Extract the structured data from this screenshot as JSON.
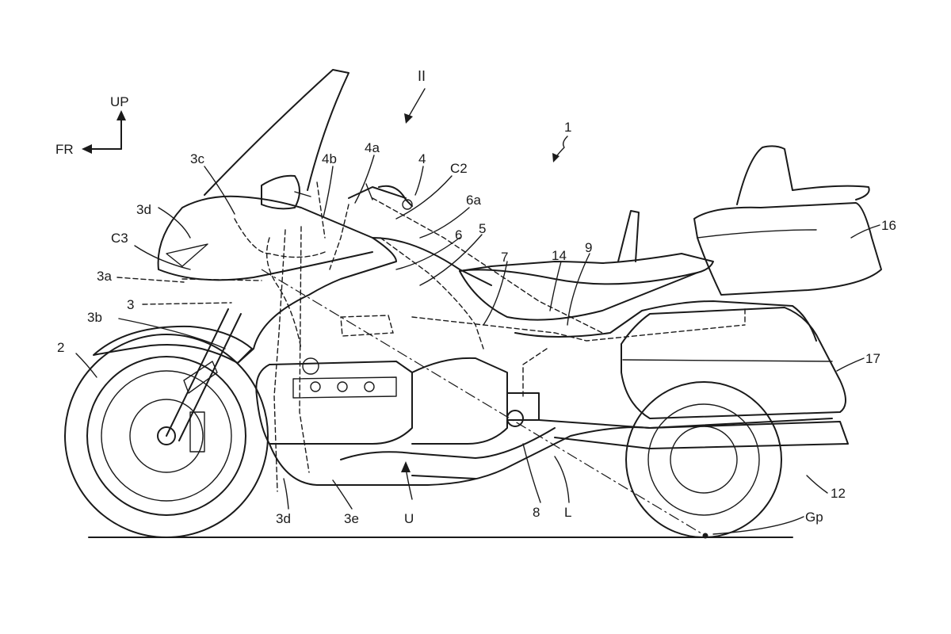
{
  "figure_number": "II",
  "directions": {
    "up": "UP",
    "front": "FR"
  },
  "labels": {
    "motorcycle": "1",
    "front_wheel": "2",
    "front_cowl": "3",
    "cowl_3a": "3a",
    "cowl_3b": "3b",
    "cowl_3c": "3c",
    "cowl_3d_upper": "3d",
    "cowl_3d_lower": "3d",
    "cowl_3e": "3e",
    "handlebar": "4",
    "handlebar_4a": "4a",
    "handlebar_4b": "4b",
    "frame": "5",
    "frame_6": "6",
    "frame_6a": "6a",
    "part_7": "7",
    "part_8": "8",
    "part_9": "9",
    "rear_wheel": "12",
    "seat": "14",
    "top_case": "16",
    "side_case": "17",
    "c2": "C2",
    "c3": "C3",
    "unit": "U",
    "line_l": "L",
    "ground_point": "Gp"
  }
}
